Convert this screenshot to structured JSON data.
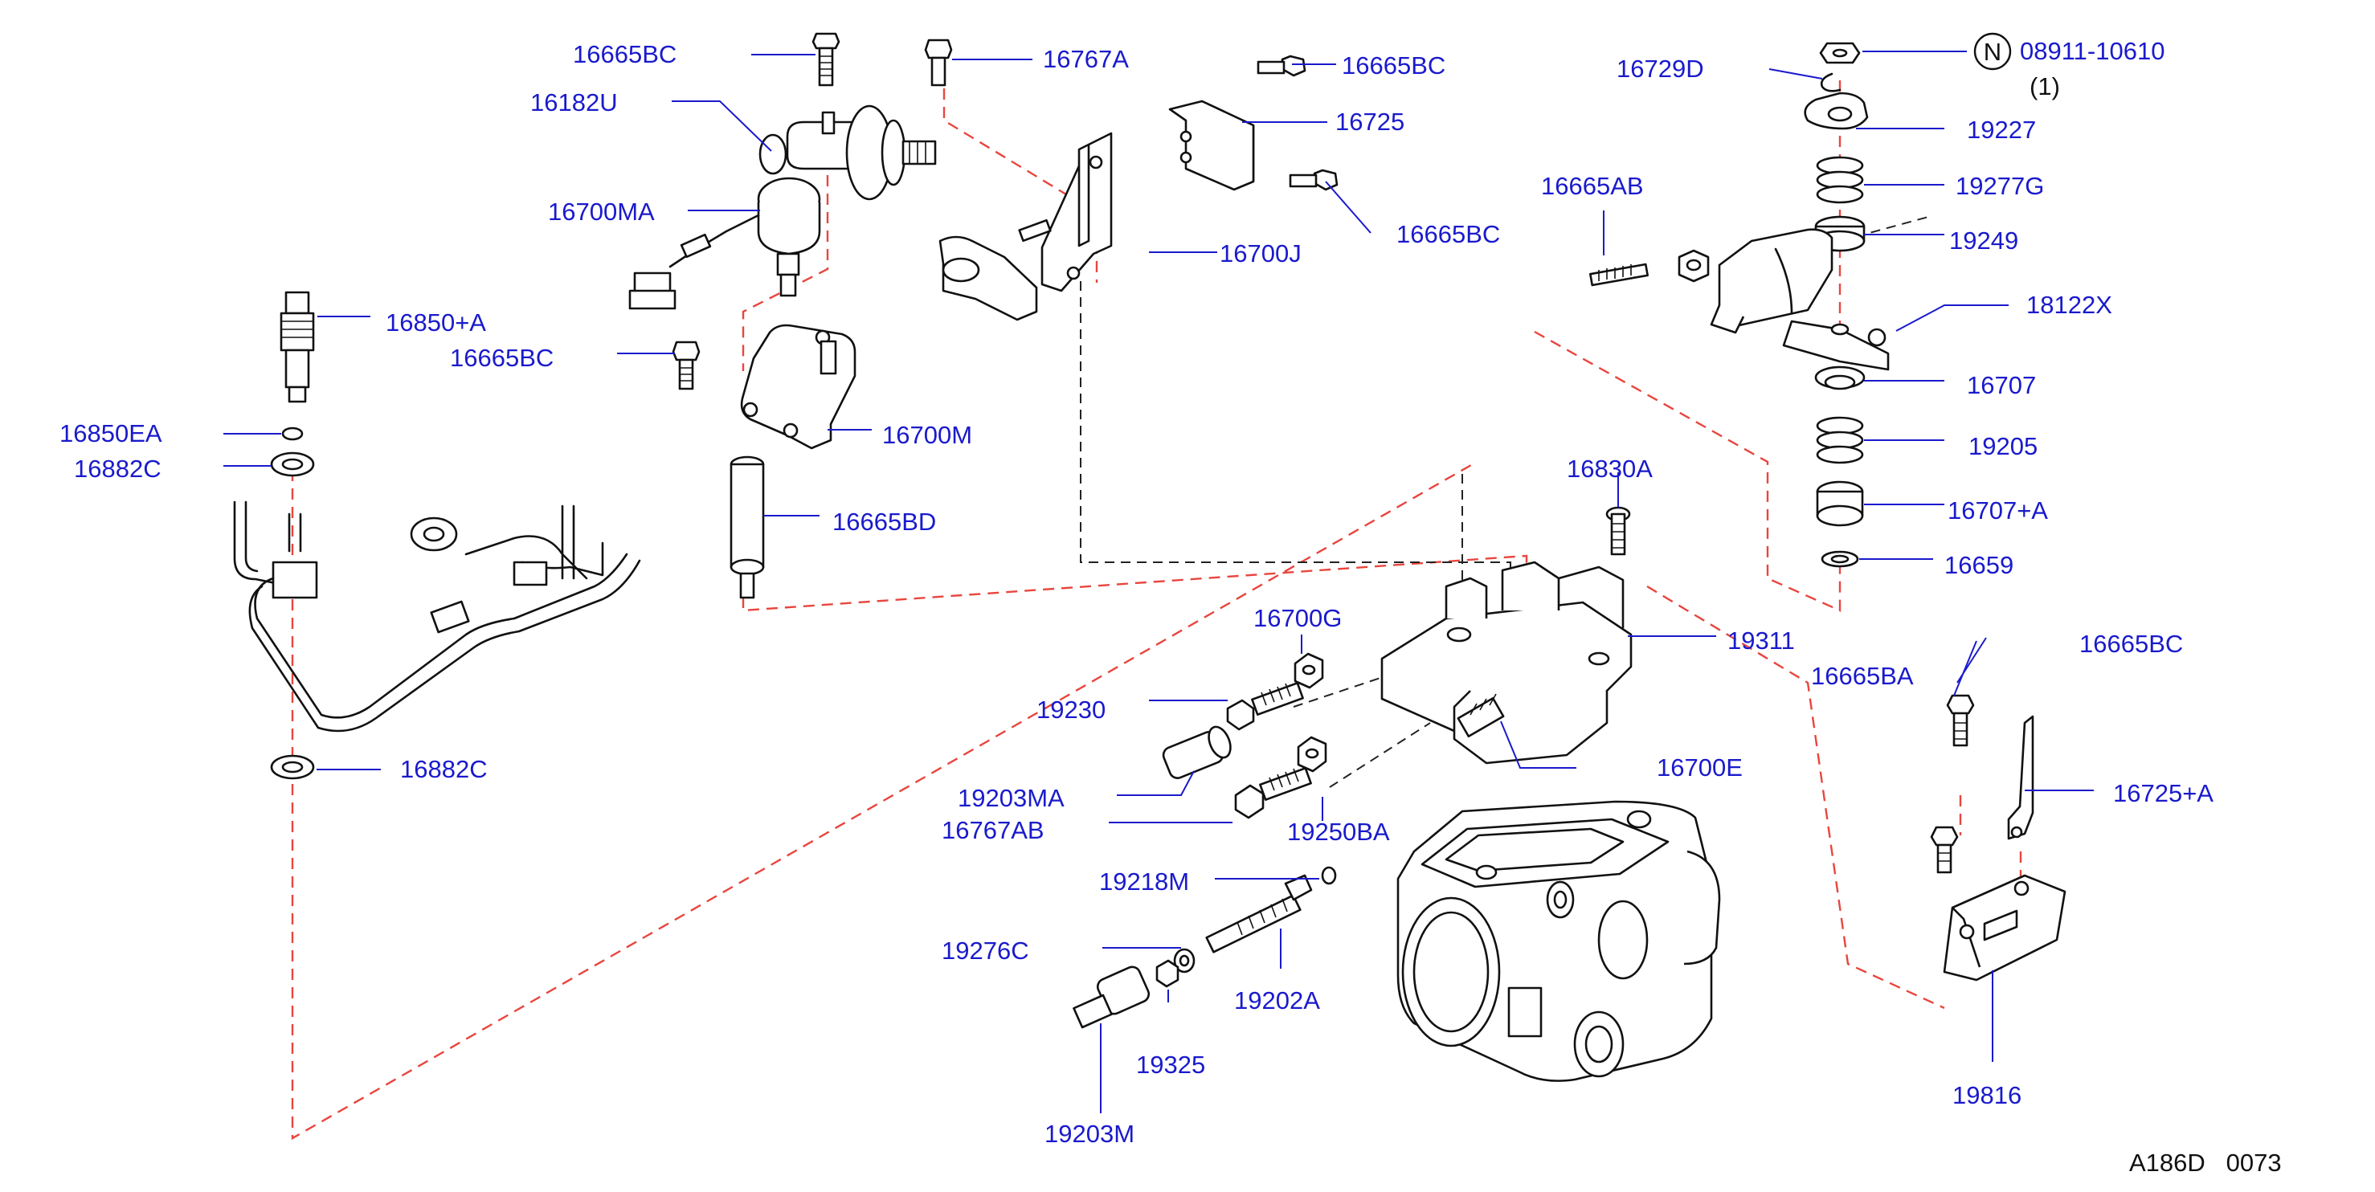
{
  "diagram": {
    "code": "A186D   0073",
    "labels": {
      "l16665BC_a": "16665BC",
      "l16767A": "16767A",
      "l16665BC_b": "16665BC",
      "l16729D": "16729D",
      "l08911": "08911-10610",
      "l08911_qty": "(1)",
      "n_marker": "N",
      "l16182U": "16182U",
      "l16725": "16725",
      "l19227": "19227",
      "l16700MA": "16700MA",
      "l16665AB": "16665AB",
      "l19277G": "19277G",
      "l16665BC_c": "16665BC",
      "l19249": "19249",
      "l16700J": "16700J",
      "l18122X": "18122X",
      "l16850A": "16850+A",
      "l16665BC_d": "16665BC",
      "l16707": "16707",
      "l16850EA": "16850EA",
      "l16700M": "16700M",
      "l19205": "19205",
      "l16882C_a": "16882C",
      "l16830A": "16830A",
      "l16707A": "16707+A",
      "l16665BD": "16665BD",
      "l16659": "16659",
      "l16700G": "16700G",
      "l19311": "19311",
      "l16665BC_e": "16665BC",
      "l16665BA": "16665BA",
      "l19230": "19230",
      "l16700E": "16700E",
      "l16882C_b": "16882C",
      "l19203MA": "19203MA",
      "l16725A": "16725+A",
      "l16767AB": "16767AB",
      "l19250BA": "19250BA",
      "l19218M": "19218M",
      "l19276C": "19276C",
      "l19202A": "19202A",
      "l19325": "19325",
      "l19816": "19816",
      "l19203M": "19203M"
    }
  }
}
